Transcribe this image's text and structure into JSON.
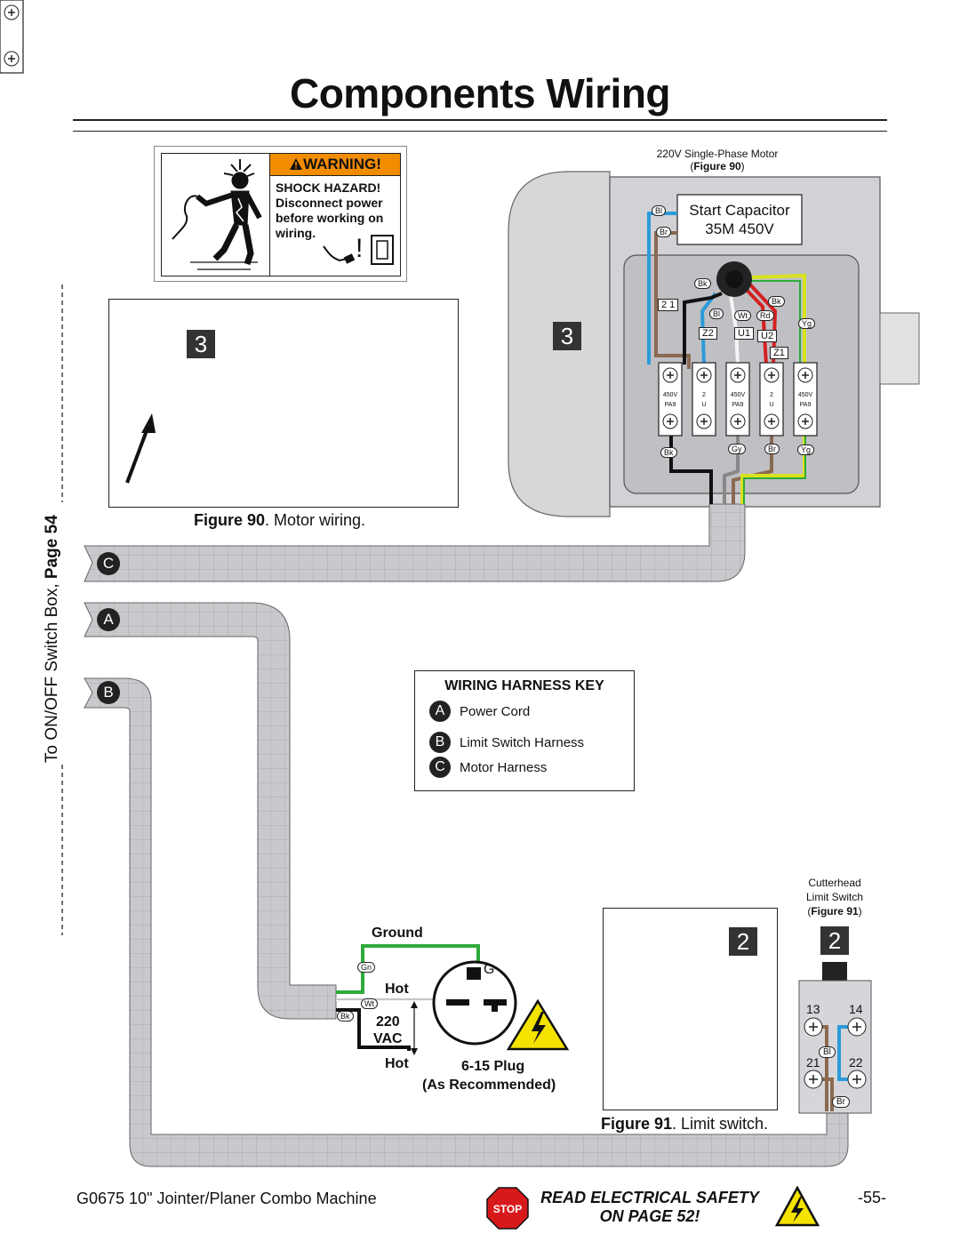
{
  "page": {
    "title": "Components Wiring"
  },
  "warning_label": {
    "header": "WARNING!",
    "line1": "SHOCK HAZARD!",
    "line2": "Disconnect power before working on wiring."
  },
  "figure90": {
    "box_number": "3",
    "caption_bold": "Figure 90",
    "caption_text": ". Motor wiring."
  },
  "motor": {
    "label_line1": "220V Single-Phase Motor",
    "label_ref": "Figure 90",
    "box_number": "3",
    "capacitor_line1": "Start Capacitor",
    "capacitor_line2": "35M 450V",
    "wire_tags": [
      "Bl",
      "Br",
      "Bk",
      "Bk",
      "Bl",
      "Wt",
      "Rd",
      "Yg",
      "Z2",
      "U1",
      "U2",
      "Z1",
      "2 1"
    ],
    "terminal_top_labels": [
      "450V",
      "2",
      "450V",
      "2",
      "450V"
    ],
    "terminal_bot_labels": [
      "PA9",
      "U",
      "PA9",
      "U",
      "PA9"
    ],
    "bottom_tags": [
      "Bk",
      "Gy",
      "Br",
      "Yg"
    ]
  },
  "side_text": {
    "prefix": "To ON/OFF Switch Box, ",
    "page_ref": "Page 54"
  },
  "harnesses": [
    "C",
    "A",
    "B"
  ],
  "wiring_key": {
    "title": "WIRING HARNESS KEY",
    "items": [
      {
        "letter": "A",
        "label": "Power Cord"
      },
      {
        "letter": "B",
        "label": "Limit Switch Harness"
      },
      {
        "letter": "C",
        "label": "Motor Harness"
      }
    ]
  },
  "plug": {
    "ground": "Ground",
    "hot1": "Hot",
    "voltage_line1": "220",
    "voltage_line2": "VAC",
    "hot2": "Hot",
    "plug_line1": "6-15 Plug",
    "plug_line2": "(As Recommended)",
    "g_label": "G",
    "wire_tags": [
      "Gn",
      "Wt",
      "Bk"
    ]
  },
  "figure91": {
    "box_number": "2",
    "caption_bold": "Figure 91",
    "caption_text": ". Limit switch."
  },
  "limit_switch": {
    "label_line1": "Cutterhead",
    "label_line2": "Limit Switch",
    "label_ref": "Figure 91",
    "box_number": "2",
    "terminals": [
      "13",
      "14",
      "21",
      "22"
    ],
    "wire_tags": [
      "Bl",
      "Br"
    ]
  },
  "footer": {
    "left": "G0675 10\" Jointer/Planer Combo Machine",
    "stop": "STOP",
    "safety_line1": "READ ELECTRICAL SAFETY",
    "safety_line2": "ON PAGE 52!",
    "page_number": "-55-"
  },
  "colors": {
    "warning_orange": "#f28c00",
    "harness_gray": "#c8c8cc",
    "wire_blue": "#2b9bd9",
    "wire_brown": "#8a6a50",
    "wire_red": "#d42020",
    "wire_green": "#2eaa3a",
    "wire_yellow": "#d9e21e",
    "stop_red": "#d7191c",
    "hazard_yellow": "#f4e200"
  }
}
